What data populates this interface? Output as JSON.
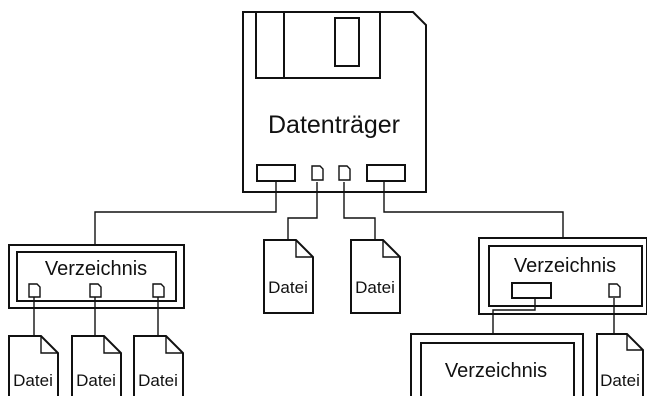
{
  "disk": {
    "label": "Datenträger"
  },
  "left_directory": {
    "label": "Verzeichnis"
  },
  "right_directory": {
    "label": "Verzeichnis"
  },
  "sub_directory": {
    "label": "Verzeichnis"
  },
  "files": {
    "mid_1": "Datei",
    "mid_2": "Datei",
    "left_1": "Datei",
    "left_2": "Datei",
    "left_3": "Datei",
    "right_1": "Datei"
  }
}
